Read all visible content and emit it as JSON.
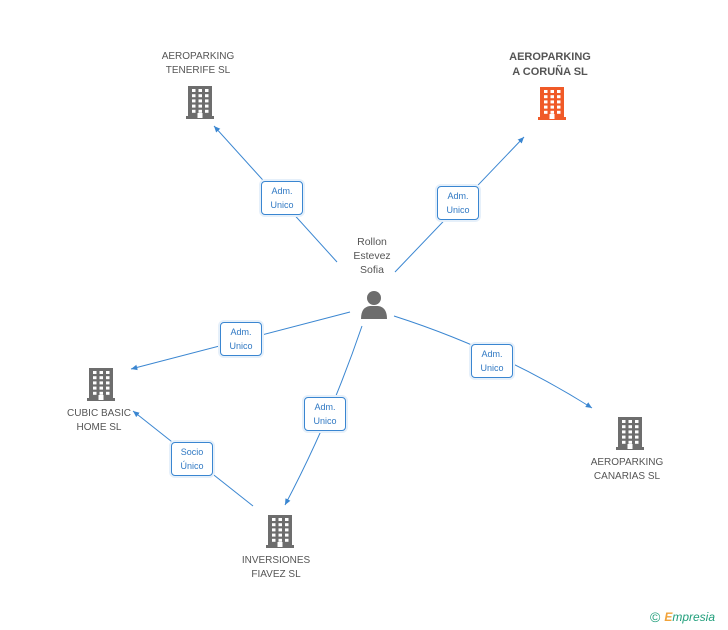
{
  "colors": {
    "edge": "#3a86d1",
    "building": "#6d6d6d",
    "building_highlight": "#f05a28",
    "person": "#6d6d6d"
  },
  "person": {
    "name_lines": [
      "Rollon",
      "Estevez",
      "Sofia"
    ],
    "icon": "person-icon"
  },
  "companies": {
    "tenerife": {
      "lines": [
        "AEROPARKING",
        "TENERIFE SL"
      ],
      "highlight": false,
      "icon": "building-icon"
    },
    "coruna": {
      "lines": [
        "AEROPARKING",
        "A CORUÑA SL"
      ],
      "highlight": true,
      "icon": "building-icon"
    },
    "cubic": {
      "lines": [
        "CUBIC BASIC",
        "HOME SL"
      ],
      "highlight": false,
      "icon": "building-icon"
    },
    "canarias": {
      "lines": [
        "AEROPARKING",
        "CANARIAS SL"
      ],
      "highlight": false,
      "icon": "building-icon"
    },
    "inversiones": {
      "lines": [
        "INVERSIONES",
        "FIAVEZ SL"
      ],
      "highlight": false,
      "icon": "building-icon"
    }
  },
  "edges": {
    "to_tenerife": [
      "Adm.",
      "Unico"
    ],
    "to_coruna": [
      "Adm.",
      "Unico"
    ],
    "to_cubic": [
      "Adm.",
      "Unico"
    ],
    "to_canarias": [
      "Adm.",
      "Unico"
    ],
    "to_inversiones": [
      "Adm.",
      "Unico"
    ],
    "inversiones_to_cubic": [
      "Socio",
      "Único"
    ]
  },
  "footer": {
    "symbol": "©",
    "brand_first": "E",
    "brand_rest": "mpresia"
  }
}
